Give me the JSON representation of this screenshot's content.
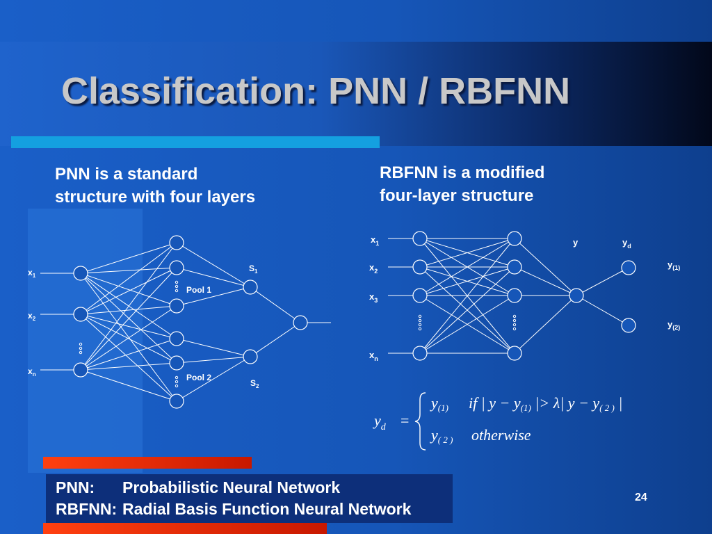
{
  "slide": {
    "title": "Classification: PNN / RBFNN",
    "page_number": "24"
  },
  "pnn": {
    "desc_line1": "PNN is a standard",
    "desc_line2": "structure with four layers",
    "inputs": [
      "x",
      "x",
      "x"
    ],
    "input_subs": [
      "1",
      "2",
      "n"
    ],
    "pool1": "Pool 1",
    "pool2": "Pool 2",
    "sums": [
      "S",
      "S"
    ],
    "sum_subs": [
      "1",
      "2"
    ]
  },
  "rbfnn": {
    "desc_line1": "RBFNN is a modified",
    "desc_line2": "four-layer structure",
    "inputs": [
      "x",
      "x",
      "x",
      "x"
    ],
    "input_subs": [
      "1",
      "2",
      "3",
      "n"
    ],
    "y_label": "y",
    "yd_label": "y",
    "yd_sub": "d",
    "out1": "y",
    "out1_sub": "(1)",
    "out2": "y",
    "out2_sub": "(2)"
  },
  "equation": {
    "lhs": "y",
    "lhs_sub": "d",
    "eq": "=",
    "case1_val": "y",
    "case1_val_sub": "(1)",
    "case1_cond": "if | y − y",
    "case1_cond_sub1": "(1)",
    "case1_cond_mid": " |> λ| y − y",
    "case1_cond_sub2": "( 2 )",
    "case1_cond_end": " |",
    "case2_val": "y",
    "case2_val_sub": "( 2 )",
    "case2_cond": "otherwise"
  },
  "footer": {
    "row1_abbr": "PNN:",
    "row1_full": "Probabilistic Neural Network",
    "row2_abbr": "RBFNN:",
    "row2_full": "Radial Basis Function Neural Network"
  },
  "colors": {
    "background": "#1656b8",
    "accent_bar": "#14a0e0",
    "orange_bar": "#ff4010",
    "footer_bg": "#0d2f7a",
    "title_text": "#c8c8c8"
  }
}
